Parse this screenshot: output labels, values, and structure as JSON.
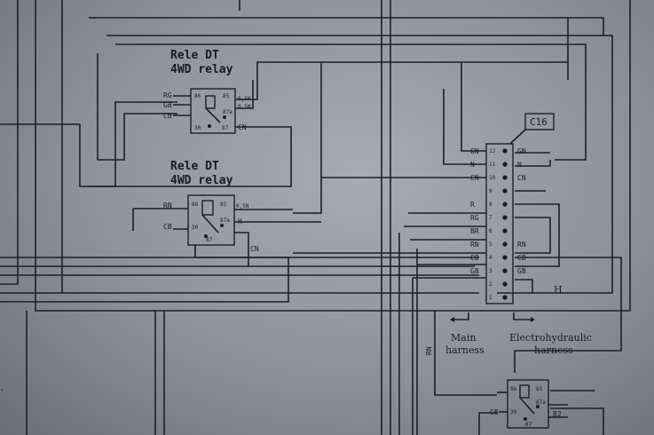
{
  "relay1": {
    "title_it": "Rele DT",
    "title_en": "4WD relay",
    "left_wires": [
      "RG",
      "GB",
      "CB"
    ],
    "right_wires": [
      "0,5N",
      "0,5N",
      "CN"
    ],
    "pins": [
      "86",
      "85",
      "87a",
      "30",
      "87"
    ]
  },
  "relay2": {
    "title_it": "Rele DT",
    "title_en": "4WD relay",
    "left_wires": [
      "RN",
      "CB"
    ],
    "right_wires": [
      "0,5N",
      "H",
      "CN"
    ],
    "pins": [
      "86",
      "85",
      "87a",
      "30",
      "87"
    ]
  },
  "relay3": {
    "pins": [
      "86",
      "85",
      "87a",
      "30",
      "87"
    ],
    "left_wires": [
      "CB"
    ],
    "right_wires": [
      "B2"
    ]
  },
  "connector": {
    "label": "C16",
    "pins": [
      "12",
      "11",
      "10",
      "9",
      "8",
      "7",
      "6",
      "5",
      "4",
      "3",
      "2",
      "1"
    ],
    "left_wires": [
      "GN",
      "N",
      "CN",
      "",
      "R",
      "RG",
      "BR",
      "RN",
      "CB",
      "GB",
      "",
      ""
    ],
    "right_wires": [
      "GN",
      "N",
      "CN",
      "",
      "",
      "",
      "",
      "RN",
      "CB",
      "GB",
      "",
      ""
    ],
    "extra_label": "H"
  },
  "harness": {
    "main_line1": "Main",
    "main_line2": "harness",
    "electro_line1": "Electrohydraulic",
    "electro_line2": "harness"
  },
  "vertical_label": "RN"
}
